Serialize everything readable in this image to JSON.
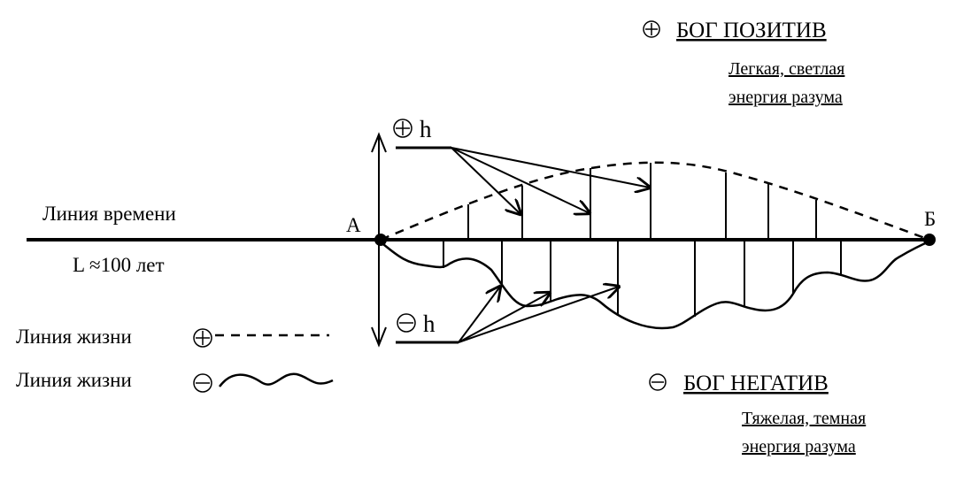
{
  "title_positive": "БОГ ПОЗИТИВ",
  "desc_positive": [
    "Легкая, светлая",
    "энергия разума"
  ],
  "title_negative": "БОГ НЕГАТИВ",
  "desc_negative": [
    "Тяжелая, темная",
    "энергия разума"
  ],
  "time_line_label": "Линия времени",
  "duration_label": "L ≈100 лет",
  "point_start": "А",
  "point_end": "Б",
  "h_label": "h",
  "legend": [
    {
      "label": "Линия жизни",
      "sign": "plus",
      "style": "dashed"
    },
    {
      "label": "Линия жизни",
      "sign": "minus",
      "style": "wavy"
    }
  ],
  "line_color": "#000000"
}
